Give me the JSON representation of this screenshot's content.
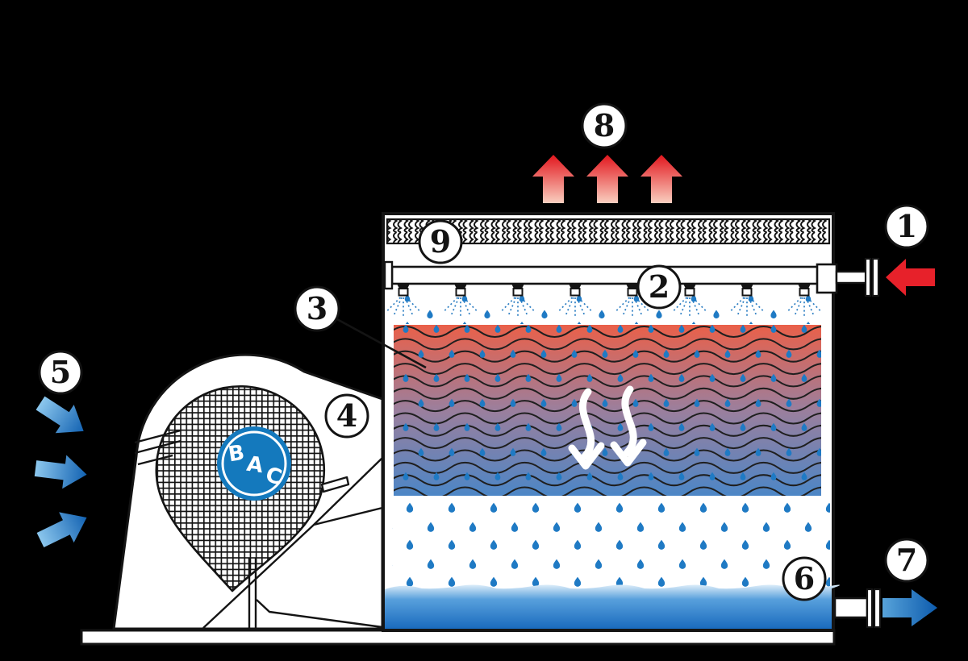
{
  "diagram": {
    "background": "#000000",
    "logo": {
      "letters": [
        "B",
        "A",
        "C"
      ],
      "color": "#1479bd"
    },
    "callouts": [
      {
        "label": "1"
      },
      {
        "label": "2"
      },
      {
        "label": "3"
      },
      {
        "label": "4"
      },
      {
        "label": "5"
      },
      {
        "label": "6"
      },
      {
        "label": "7"
      },
      {
        "label": "8"
      },
      {
        "label": "9"
      }
    ],
    "colors": {
      "hot_red_arrow": "#e7212a",
      "heat_out_top": "#e2161d",
      "heat_out_fade": "#f9cfc0",
      "fill_hot_top": "#ea6049",
      "fill_mid": "#9b7f9d",
      "fill_cold_bottom": "#4c86c6",
      "basin_light": "#d8eaf8",
      "basin_deep": "#1869bd",
      "droplet_blue": "#1f7ac4",
      "air_arrow_light": "#93cdf1",
      "air_arrow_dark": "#0f5fb0",
      "outline": "#151515"
    }
  }
}
